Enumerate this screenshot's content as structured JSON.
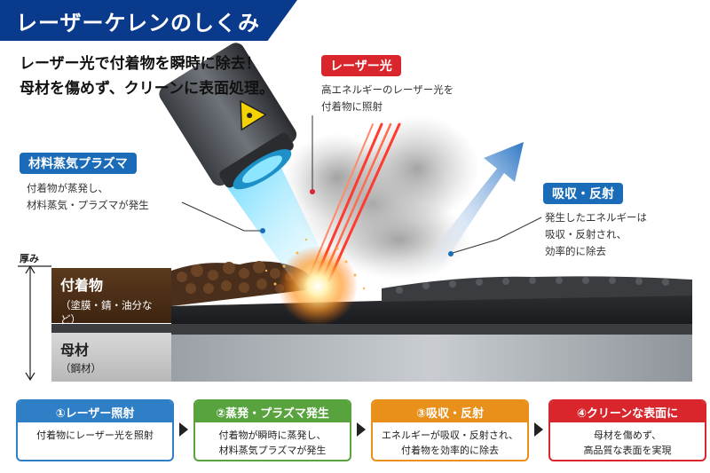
{
  "title": "レーザーケレンのしくみ",
  "headline": {
    "line1": "レーザー光で付着物を瞬時に除去！",
    "line2": "母材を傷めず、クリーンに表面処理。"
  },
  "callouts": {
    "laser": {
      "label": "レーザー光",
      "line1": "高エネルギーのレーザー光を",
      "line2": "付着物に照射",
      "color": "#d8262c"
    },
    "plasma": {
      "label": "材料蒸気プラズマ",
      "line1": "付着物が蒸発し、",
      "line2": "材料蒸気・プラズマが発生",
      "color": "#1a6bb8"
    },
    "absorb": {
      "label": "吸収・反射",
      "line1": "発生したエネルギーは",
      "line2": "吸収・反射され、",
      "line3": "効率的に除去",
      "color": "#1a6bb8"
    }
  },
  "layers": {
    "axis": "厚み",
    "deposit": {
      "name": "付着物",
      "detail": "（塗膜・錆・油分など）"
    },
    "base": {
      "name": "母材",
      "detail": "（鋼材）"
    }
  },
  "steps": [
    {
      "title": "①レーザー照射",
      "line1": "付着物にレーザー光を照射",
      "line2": "",
      "color": "#2f7fc6"
    },
    {
      "title": "②蒸発・プラズマ発生",
      "line1": "付着物が瞬時に蒸発し、",
      "line2": "材料蒸気プラズマが発生",
      "color": "#58a33d"
    },
    {
      "title": "③吸収・反射",
      "line1": "エネルギーが吸収・反射され、",
      "line2": "付着物を効率的に除去",
      "color": "#e8901a"
    },
    {
      "title": "④クリーンな表面に",
      "line1": "母材を傷めず、",
      "line2": "高品質な表面を実現",
      "color": "#d8262c"
    }
  ]
}
